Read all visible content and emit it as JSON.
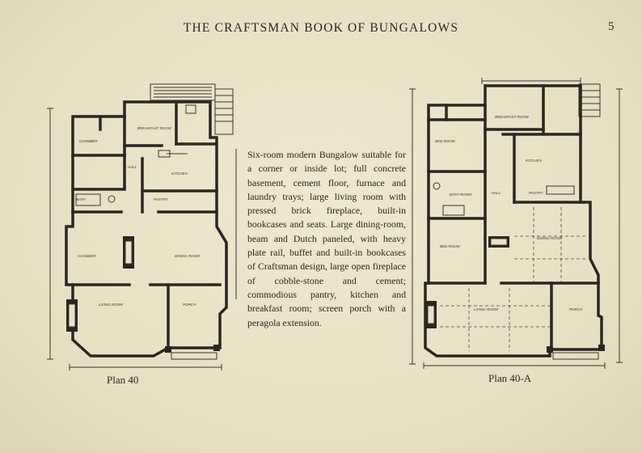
{
  "header": {
    "book_title": "THE CRAFTSMAN BOOK OF BUNGALOWS",
    "page_number": "5"
  },
  "description": "Six-room modern Bungalow suitable for a corner or inside lot; full concrete basement, cement floor, furnace and laundry trays; large living room with pressed brick fireplace, built-in bookcases and seats. Large dining-room, beam and Dutch paneled, with heavy plate rail, buffet and built-in bookcases of Craftsman design, large open fireplace of cobble-stone and cement; commodious pantry, kitchen and breakfast room; screen porch with a peragola extension.",
  "plans": {
    "left": {
      "label": "Plan 40",
      "rooms": [
        "Breakfast Room",
        "Kitchen",
        "Chamber",
        "Bath",
        "Hall",
        "Pantry",
        "Chamber",
        "Dining Room",
        "Living Room",
        "Porch"
      ]
    },
    "right": {
      "label": "Plan 40-A",
      "rooms": [
        "Breakfast Room",
        "Bed Room",
        "Kitchen",
        "Bath Room",
        "Hall",
        "Pantry",
        "Bed Room",
        "Dining Room",
        "Living Room",
        "Porch"
      ]
    }
  }
}
